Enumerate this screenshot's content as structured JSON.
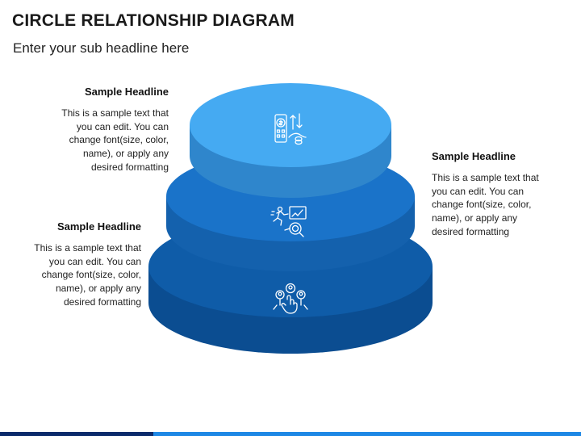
{
  "title": "CIRCLE RELATIONSHIP DIAGRAM",
  "subtitle": "Enter your sub headline here",
  "notes": [
    {
      "headline": "Sample Headline",
      "text": "This is a sample text that\nyou can edit. You can\nchange font(size, color,\nname), or apply any\ndesired formatting"
    },
    {
      "headline": "Sample Headline",
      "text": "This is a sample text that\nyou can edit. You can\nchange font(size, color,\nname), or apply any\ndesired formatting"
    },
    {
      "headline": "Sample Headline",
      "text": "This is a sample text that\nyou can edit. You can\nchange font(size, color,\nname), or apply any\ndesired formatting"
    }
  ],
  "tiers": [
    {
      "level": "top",
      "icon": "finance-mobile-icon",
      "top_color": "#45aaf2",
      "side_color": "#2f86cc"
    },
    {
      "level": "middle",
      "icon": "business-growth-icon",
      "top_color": "#1a73c9",
      "side_color": "#1461ad"
    },
    {
      "level": "bottom",
      "icon": "team-network-icon",
      "top_color": "#0f5ca8",
      "side_color": "#0b4d91"
    }
  ],
  "colors": {
    "bar_dark": "#0b2a6b",
    "bar_light": "#1e88e5",
    "icon_stroke": "#ffffff"
  }
}
